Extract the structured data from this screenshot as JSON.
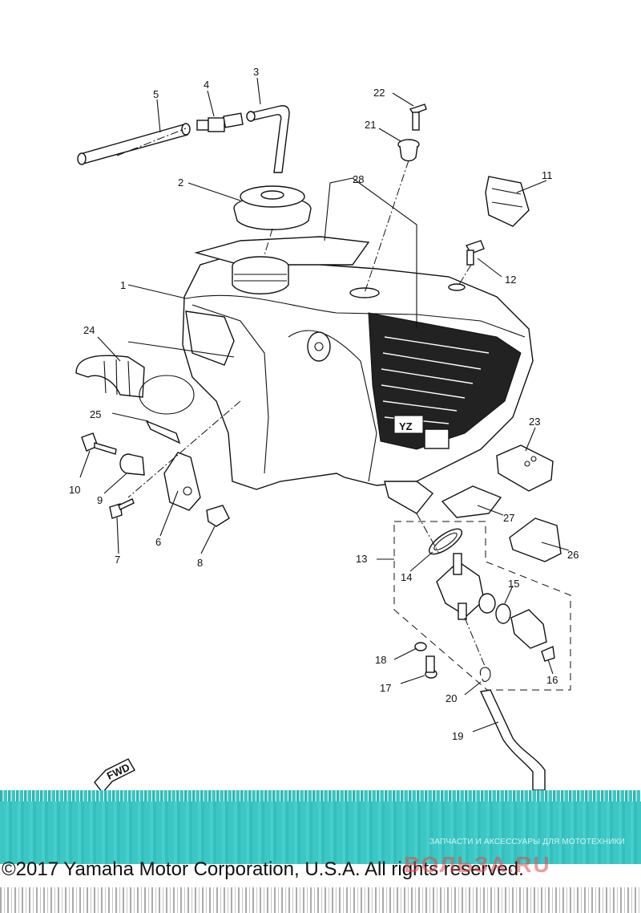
{
  "callouts": [
    {
      "id": "1",
      "label": "1"
    },
    {
      "id": "2",
      "label": "2"
    },
    {
      "id": "3",
      "label": "3"
    },
    {
      "id": "4",
      "label": "4"
    },
    {
      "id": "5",
      "label": "5"
    },
    {
      "id": "6",
      "label": "6"
    },
    {
      "id": "7",
      "label": "7"
    },
    {
      "id": "8",
      "label": "8"
    },
    {
      "id": "9",
      "label": "9"
    },
    {
      "id": "10",
      "label": "10"
    },
    {
      "id": "11",
      "label": "11"
    },
    {
      "id": "12",
      "label": "12"
    },
    {
      "id": "13",
      "label": "13"
    },
    {
      "id": "14",
      "label": "14"
    },
    {
      "id": "15",
      "label": "15"
    },
    {
      "id": "16",
      "label": "16"
    },
    {
      "id": "17",
      "label": "17"
    },
    {
      "id": "18",
      "label": "18"
    },
    {
      "id": "19",
      "label": "19"
    },
    {
      "id": "20",
      "label": "20"
    },
    {
      "id": "21",
      "label": "21"
    },
    {
      "id": "22",
      "label": "22"
    },
    {
      "id": "23",
      "label": "23"
    },
    {
      "id": "24",
      "label": "24"
    },
    {
      "id": "25",
      "label": "25"
    },
    {
      "id": "26",
      "label": "26"
    },
    {
      "id": "27",
      "label": "27"
    },
    {
      "id": "28",
      "label": "28"
    }
  ],
  "fwd_label": "FWD",
  "tank_decal": "YZ",
  "watermark": "ЗАПЧАСТИ И АКСЕССУАРЫ ДЛЯ МОТОТЕХНИКИ",
  "copyright": "©2017 Yamaha Motor Corporation, U.S.A. All rights reserved.",
  "brand_logo": "ВОЛЬЗА.RU",
  "colors": {
    "band": "#3cc6c4",
    "ink": "#111111",
    "logo": "#e24a4a"
  }
}
